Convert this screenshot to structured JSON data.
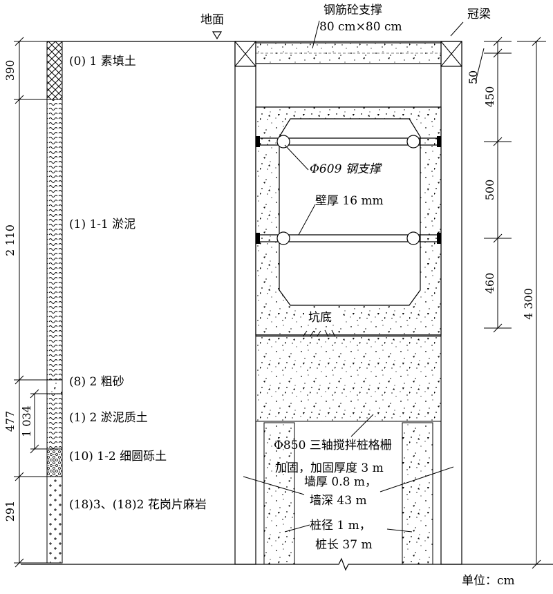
{
  "labels": {
    "ground": "地面",
    "strut_concrete": "钢筋砼支撑",
    "strut_size": "80 cm×80 cm",
    "crown_beam": "冠梁",
    "steel_strut": "Φ609 钢支撑",
    "wall_thick_16": "壁厚 16 mm",
    "pit_bottom": "坑底",
    "grid_reinforce_1": "Φ850 三轴搅拌桩格栅",
    "grid_reinforce_2": "加固，加固厚度 3 m",
    "wall_thickness": "墙厚 0.8 m，",
    "wall_depth": "墙深 43 m",
    "pile_diameter": "桩径 1 m，",
    "pile_length": "桩长 37 m",
    "unit": "单位：cm"
  },
  "layers": [
    {
      "label": "(0) 1 素填土",
      "dim": "390"
    },
    {
      "label": "(1) 1-1 淤泥",
      "dim": "2 110"
    },
    {
      "label": "(8) 2 粗砂",
      "dim": ""
    },
    {
      "label": "(1) 2 淤泥质土",
      "dim": "477"
    },
    {
      "label": "(10) 1-2 细圆砾土",
      "dim": ""
    },
    {
      "label": "(18)3、(18)2 花岗片麻岩",
      "dim": "291"
    }
  ],
  "dims_left": {
    "d1034": "1 034"
  },
  "dims_right": {
    "d50": "50",
    "d450": "450",
    "d500": "500",
    "d460": "460",
    "d4300": "4 300"
  }
}
